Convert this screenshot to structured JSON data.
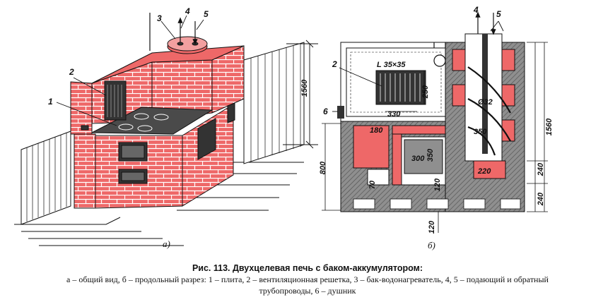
{
  "figure": {
    "caption_title": "Рис. 113. Двухцелевая печь с баком-аккумулятором:",
    "caption_line1": "а – общий вид, б – продольный разрез: 1 – плита, 2 – вентиляционная решетка, 3 – бак-водонагреватель, 4, 5 – подающий и обратный",
    "caption_line2": "трубопроводы, 6 – душник",
    "subfig_a": "а)",
    "subfig_b": "б)"
  },
  "labels_a": {
    "l1": "1",
    "l2": "2",
    "l3": "3",
    "l4": "4",
    "l5": "5"
  },
  "labels_b": {
    "l2": "2",
    "l4": "4",
    "l5": "5",
    "l6": "6"
  },
  "dimensions": {
    "grate": "L 35×35",
    "d250": "250",
    "d330": "330",
    "d32": "Ø32",
    "d350a": "350",
    "d180": "180",
    "d350b": "350",
    "d300": "300",
    "d220": "220",
    "d800": "800",
    "d70": "70",
    "d120a": "120",
    "d240a": "240",
    "d240b": "240",
    "d120b": "120",
    "d1560a": "1560",
    "d1560b": "1560"
  },
  "colors": {
    "brick": "#ee6868",
    "brick_dark": "#d95050",
    "line": "#111111",
    "gray": "#8f8f8f"
  }
}
